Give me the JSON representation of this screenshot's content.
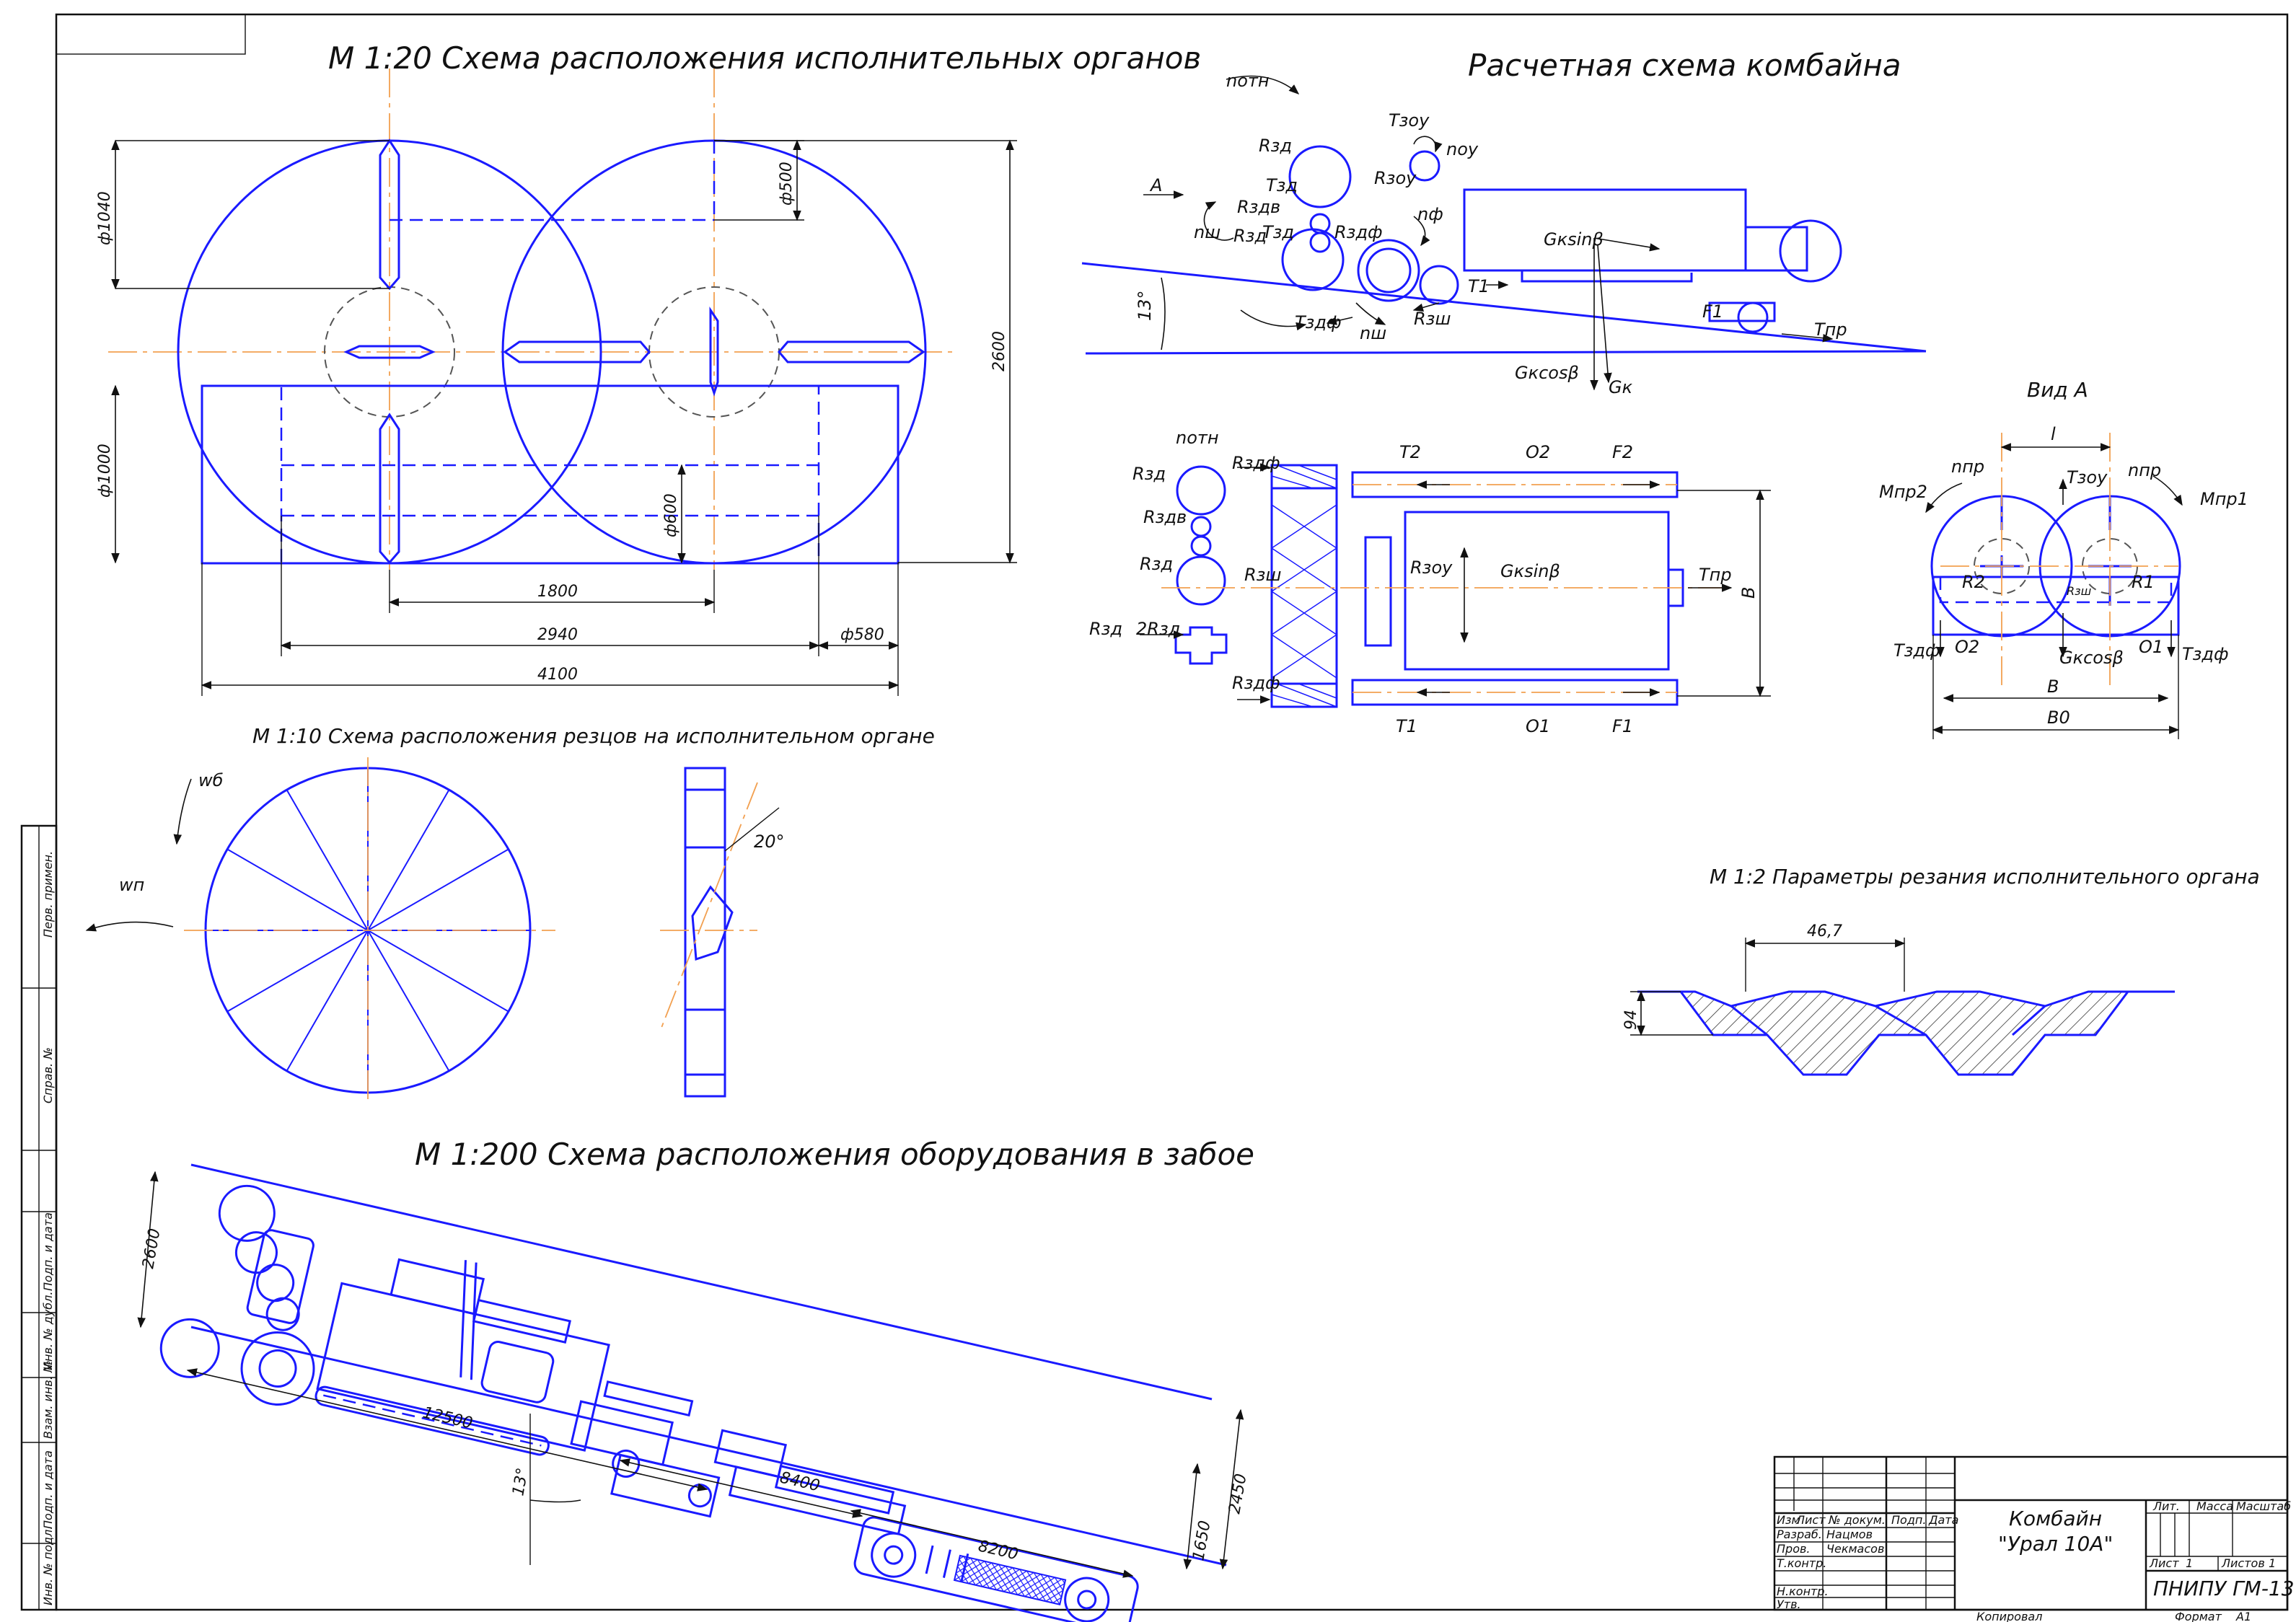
{
  "titles": {
    "organs": "М 1:20 Схема расположения исполнительных органов",
    "calc": "Расчетная схема комбайна",
    "cutters": "М 1:10 Схема расположения резцов на исполнительном органе",
    "cutting": "М 1:2 Параметры резания исполнительного органа",
    "face": "М 1:200 Схема расположения оборудования в забое",
    "view_a": "Вид А"
  },
  "dims_organs": {
    "d1040": "ф1040",
    "d1000": "ф1000",
    "d500": "ф500",
    "d600": "ф600",
    "h2600": "2600",
    "w1800": "1800",
    "w2940": "2940",
    "w4100": "4100",
    "d580": "ф580"
  },
  "calc_labels": {
    "n_otn": "nотн",
    "n_ou": "nоу",
    "n_f": "nф",
    "n_sh": "nш",
    "n_sh2": "nш",
    "T_zou": "Tзоу",
    "R_zd": "Rзд",
    "T_zd": "Tзд",
    "R_zdb": "Rздв",
    "R_zd2": "Rзд",
    "T_zd2": "Tзд",
    "R_zdf": "Rздф",
    "R_zou": "Rзоу",
    "A": "A",
    "Gk_sin": "Gкsinβ",
    "Gk_cos": "Gкcosβ",
    "Gk": "Gк",
    "T1": "T1",
    "F1": "F1",
    "T_zdf": "Tздф",
    "R_zsh": "Rзш",
    "T_pr": "Tпр",
    "angle": "13°"
  },
  "plan_labels": {
    "n_otn": "nотн",
    "R_zd": "Rзд",
    "R_zdf": "Rздф",
    "R_zdv": "Rздв",
    "R_zd2": "Rзд",
    "R_zsh": "Rзш",
    "R_zd3": "Rзд",
    "twoR": "2Rзд",
    "R_zdf2": "Rздф",
    "T2": "T2",
    "O2": "O2",
    "F2": "F2",
    "R_zou": "Rзоу",
    "Gk_sin": "Gкsinβ",
    "T_pr": "Tпр",
    "B": "B",
    "T1": "T1",
    "O1": "O1",
    "F1": "F1"
  },
  "view_labels": {
    "l": "l",
    "n_pr2": "nпр",
    "n_pr1": "nпр",
    "M_pr2": "Mпр2",
    "M_pr1": "Mпр1",
    "T_zou": "Tзоу",
    "R2": "R2",
    "R1": "R1",
    "R_zsh": "Rзш",
    "T_zdf2": "Tздф",
    "T_zdf1": "Tздф",
    "O2": "O2",
    "O1": "O1",
    "Gk_cos": "Gкcosβ",
    "B": "B",
    "B0": "B0"
  },
  "cutter_labels": {
    "wb": "wб",
    "wn": "wп",
    "angle": "20°"
  },
  "cutting_dims": {
    "w": "46,7",
    "h": "94"
  },
  "face_dims": {
    "d2600": "2600",
    "d12500": "12500",
    "d8400": "8400",
    "d8200": "8200",
    "d2450": "2450",
    "d1650": "1650",
    "angle": "13°"
  },
  "side_stamp": [
    "Перв. примен.",
    "Справ. №",
    "Подп. и дата",
    "Инв. № дубл.",
    "Взам. инв. №",
    "Подп. и дата",
    "Инв. № подл."
  ],
  "title_block": {
    "headers": [
      "Изм",
      "Лист",
      "№ докум.",
      "Подп.",
      "Дата"
    ],
    "rows": [
      {
        "role": "Разраб.",
        "name": "Нацмов"
      },
      {
        "role": "Пров.",
        "name": "Чекмасов"
      },
      {
        "role": "Т.контр.",
        "name": ""
      },
      {
        "role": "",
        "name": ""
      },
      {
        "role": "Н.контр.",
        "name": ""
      },
      {
        "role": "Утв.",
        "name": ""
      }
    ],
    "name_line1": "Комбайн",
    "name_line2": "\"Урал 10А\"",
    "lit": "Лит.",
    "mass": "Масса",
    "scale": "Масштаб",
    "sheet": "Лист",
    "sheet_no": "1",
    "sheets": "Листов",
    "sheets_no": "1",
    "org": "ПНИПУ ГМ-13",
    "copied": "Копировал",
    "format": "Формат",
    "format_val": "А1"
  }
}
